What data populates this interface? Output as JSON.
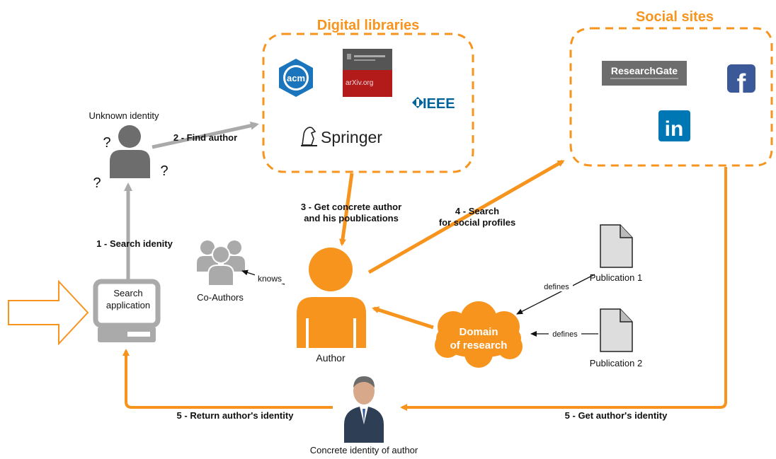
{
  "groups": {
    "digital_libraries": "Digital libraries",
    "social_sites": "Social sites"
  },
  "logos": {
    "acm": "acm",
    "arxiv": "arXiv.org",
    "ieee": "IEEE",
    "springer": "Springer",
    "researchgate": "ResearchGate",
    "facebook": "f",
    "linkedin": "in"
  },
  "labels": {
    "unknown_identity": "Unknown identity",
    "search_app_line1": "Search",
    "search_app_line2": "application",
    "co_authors": "Co-Authors",
    "author": "Author",
    "concrete_identity": "Concrete identity of author",
    "publication_1": "Publication 1",
    "publication_2": "Publication 2",
    "domain_line1": "Domain",
    "domain_line2": "of research",
    "question_mark": "?"
  },
  "edges": {
    "step1": "1 - Search idenity",
    "step2": "2 - Find author",
    "step3_line1": "3 - Get concrete author",
    "step3_line2": "and his poublications",
    "step4_line1": "4 - Search",
    "step4_line2": "for social profiles",
    "step5_return": "5 - Return author's identity",
    "step5_get": "5 - Get author's identity",
    "knows": "knows",
    "defines_1": "defines",
    "defines_2": "defines"
  },
  "colors": {
    "orange": "#f7941e",
    "gray": "#aaaaaa",
    "dark_gray": "#6d6d6d",
    "acm_blue": "#1a75bc",
    "arxiv_red": "#b31b1b",
    "ieee_blue": "#00629b",
    "facebook_blue": "#3b5998",
    "linkedin_blue": "#0077b5"
  }
}
